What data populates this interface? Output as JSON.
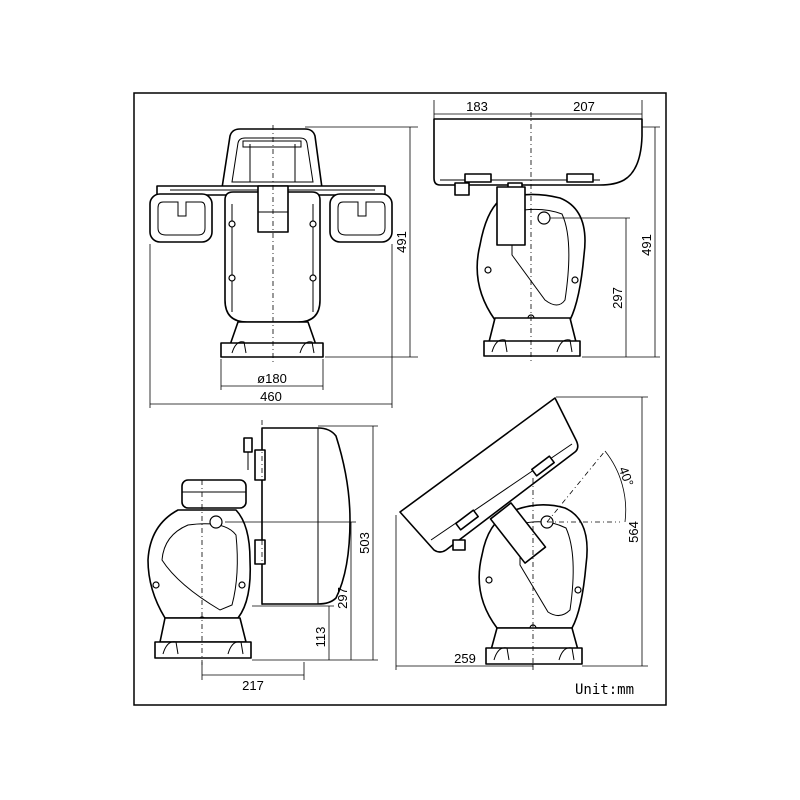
{
  "dimensions": {
    "front_height": "491",
    "front_base_diameter": "ø180",
    "front_width": "460",
    "side_left": "183",
    "side_right": "207",
    "side_height": "491",
    "side_pivot_height": "297",
    "rear_height": "503",
    "rear_pivot_height": "297",
    "rear_base_height": "113",
    "rear_depth": "217",
    "tilted_angle": "40°",
    "tilted_height": "564",
    "tilted_depth": "259"
  },
  "unit_label": "Unit:mm",
  "colors": {
    "line": "#000000",
    "background": "#ffffff"
  }
}
